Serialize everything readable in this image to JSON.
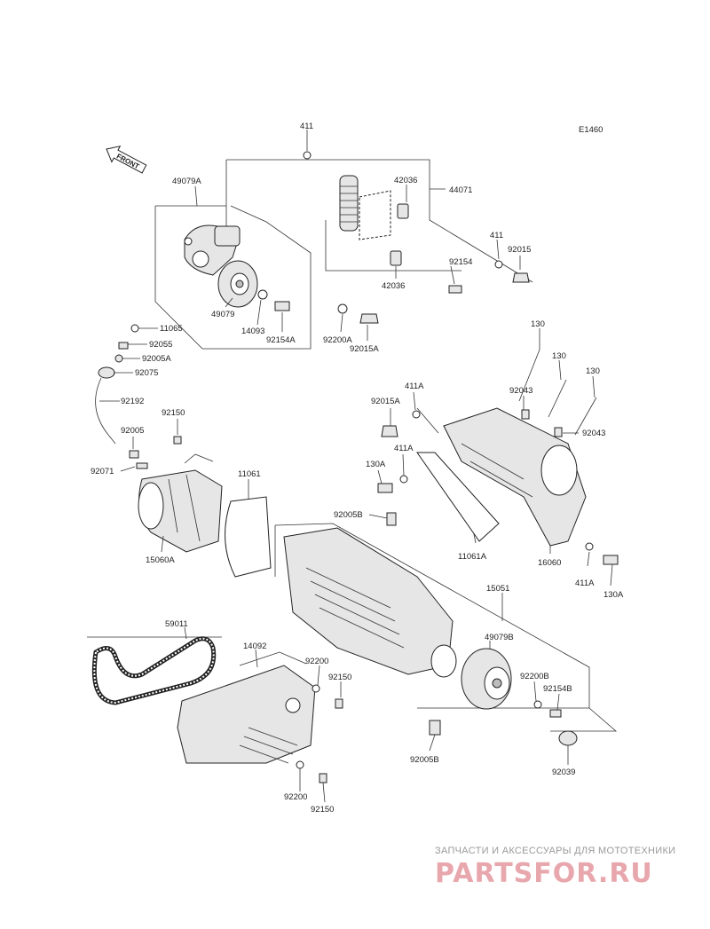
{
  "diagram": {
    "code": "E1460",
    "front_label": "FRONT",
    "callouts": [
      "411",
      "44071",
      "42036",
      "411",
      "92015",
      "92154",
      "42036",
      "49079A",
      "49079",
      "14093",
      "92154A",
      "92200A",
      "92015A",
      "11065",
      "92055",
      "92005A",
      "92075",
      "92192",
      "92150",
      "92005",
      "92071",
      "11061",
      "15060A",
      "130",
      "130",
      "130",
      "411A",
      "92043",
      "92015A",
      "92043",
      "411A",
      "130A",
      "92005B",
      "11061A",
      "16060",
      "411A",
      "130A",
      "15051",
      "49079B",
      "59011",
      "14092",
      "92200",
      "92150",
      "92200B",
      "92154B",
      "92005B",
      "92039",
      "92200",
      "92150"
    ]
  },
  "watermark": {
    "caption": "ЗАПЧАСТИ И АКСЕССУАРЫ ДЛЯ МОТОТЕХНИКИ",
    "logo": "PARTSFOR.RU"
  }
}
